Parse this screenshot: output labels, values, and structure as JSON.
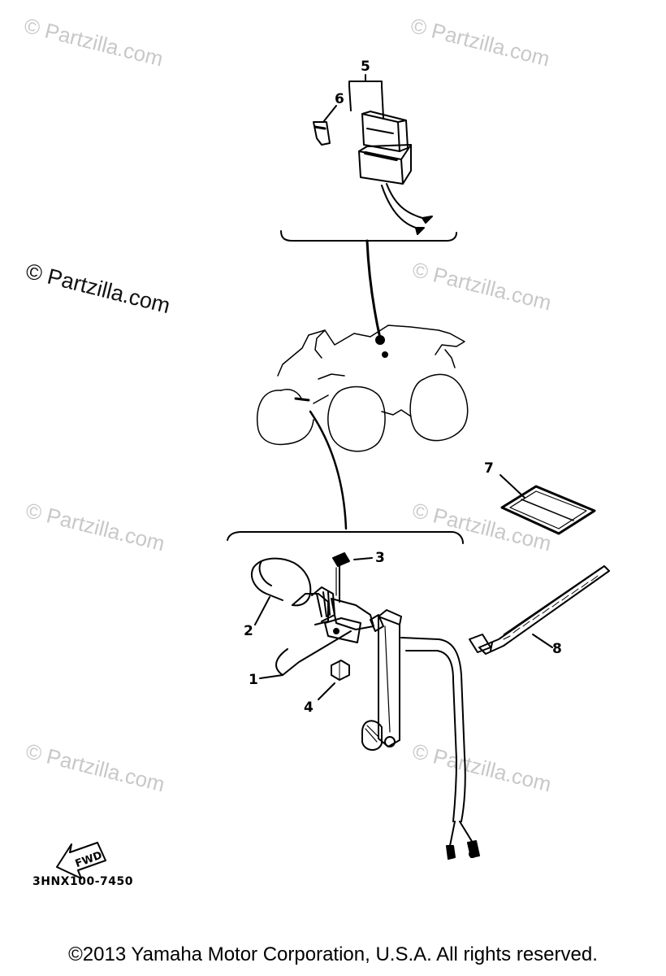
{
  "watermarks": [
    {
      "text": "© Partzilla.com"
    },
    {
      "text": "© Partzilla.com"
    },
    {
      "text": "© Partzilla.com"
    },
    {
      "text": "© Partzilla.com"
    },
    {
      "text": "© Partzilla.com"
    },
    {
      "text": "© Partzilla.com"
    },
    {
      "text": "© Partzilla.com"
    },
    {
      "text": "© Partzilla.com"
    }
  ],
  "callouts": {
    "p1": "1",
    "p2": "2",
    "p3": "3",
    "p4": "4",
    "p5": "5",
    "p6": "6",
    "p7": "7",
    "p8": "8"
  },
  "fwd_label": "FWD",
  "diagram_code": "3HNX100-7450",
  "copyright": "©2013 Yamaha Motor Corporation, U.S.A. All rights reserved."
}
